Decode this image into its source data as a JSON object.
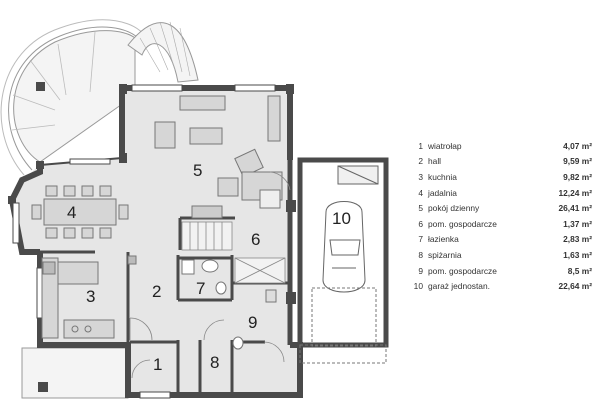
{
  "rooms": [
    {
      "num": "1",
      "name": "wiatrołap",
      "area": "4,07 m²"
    },
    {
      "num": "2",
      "name": "hall",
      "area": "9,59 m²"
    },
    {
      "num": "3",
      "name": "kuchnia",
      "area": "9,82 m²"
    },
    {
      "num": "4",
      "name": "jadalnia",
      "area": "12,24 m²"
    },
    {
      "num": "5",
      "name": "pokój dzienny",
      "area": "26,41 m²"
    },
    {
      "num": "6",
      "name": "pom. gospodarcze",
      "area": "1,37 m²"
    },
    {
      "num": "7",
      "name": "łazienka",
      "area": "2,83 m²"
    },
    {
      "num": "8",
      "name": "spiżarnia",
      "area": "1,63 m²"
    },
    {
      "num": "9",
      "name": "pom. gospodarcze",
      "area": "8,5 m²"
    },
    {
      "num": "10",
      "name": "garaż jednostan.",
      "area": "22,64 m²"
    }
  ],
  "colors": {
    "floor": "#e6e6e6",
    "wall": "#4a4a4a",
    "furniture": "#8a8a8a",
    "terrace": "#f4f4f4"
  }
}
